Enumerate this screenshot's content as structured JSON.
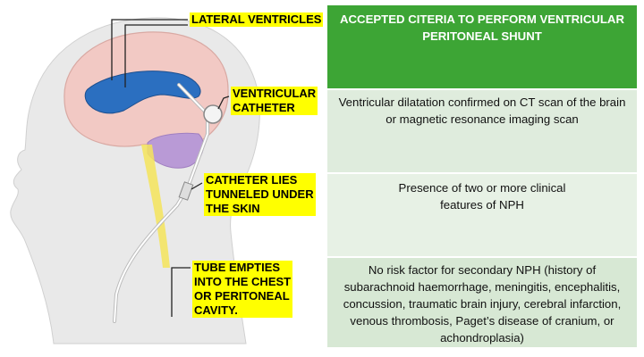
{
  "callouts": {
    "lateral_ventricles": "LATERAL VENTRICLES",
    "ventricular_catheter": "VENTRICULAR\nCATHETER",
    "catheter_tunneled": "CATHETER LIES\nTUNNELED UNDER\nTHE SKIN",
    "tube_empties": "TUBE EMPTIES\nINTO THE CHEST\nOR PERITONEAL\nCAVITY."
  },
  "criteria_table": {
    "header": "ACCEPTED CITERIA TO PERFORM VENTRICULAR PERITONEAL SHUNT",
    "rows": [
      "Ventricular dilatation confirmed on CT scan of the brain  or  magnetic  resonance imaging  scan",
      "Presence of two or more clinical features of NPH",
      "No risk factor for secondary  NPH (history of subarachnoid haemorrhage, meningitis, encephalitis, concussion, traumatic brain injury, cerebral infarction, venous thrombosis, Paget’s disease of cranium,  or  achondroplasia)"
    ]
  },
  "colors": {
    "header_green": "#3da535",
    "row_green": "#dfecdd",
    "callout_yellow": "#ffff00",
    "brain_pink": "#f2c9c4",
    "ventricle_blue": "#2b6fc0",
    "cerebellum_purple": "#b99ad6",
    "catheter_yellow": "#f5e45a"
  }
}
